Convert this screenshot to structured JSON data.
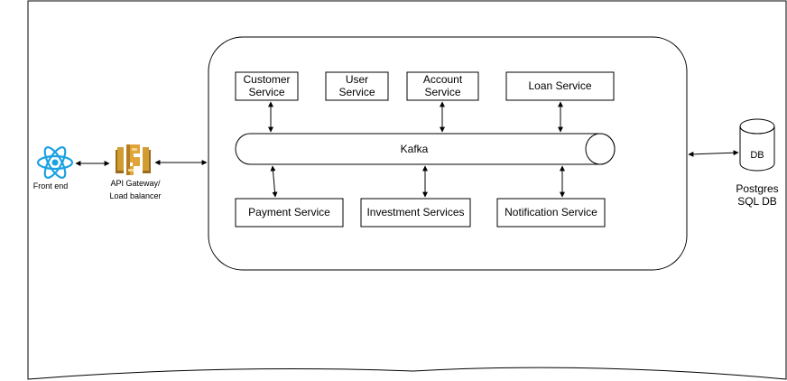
{
  "services_top": [
    {
      "line1": "Customer",
      "line2": "Service"
    },
    {
      "line1": "User",
      "line2": "Service"
    },
    {
      "line1": "Account",
      "line2": "Service"
    },
    {
      "line1": "Loan Service",
      "line2": ""
    }
  ],
  "services_bottom": [
    {
      "label": "Payment Service"
    },
    {
      "label": "Investment Services"
    },
    {
      "label": "Notification Service"
    }
  ],
  "bus": {
    "label": "Kafka"
  },
  "frontend": {
    "label": "Front end",
    "icon": "react-logo-icon",
    "color": "#1ba1e2"
  },
  "gateway": {
    "line1": "API Gateway/",
    "line2": "Load balancer",
    "icon": "api-gateway-icon",
    "color": "#c9952b"
  },
  "database": {
    "cyl_label": "DB",
    "line1": "Postgres",
    "line2": "SQL DB"
  }
}
